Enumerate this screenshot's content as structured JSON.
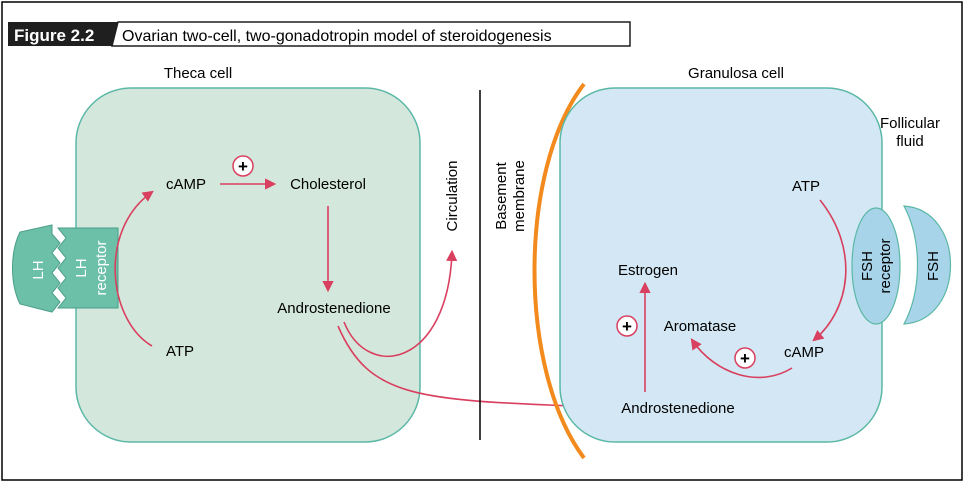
{
  "header": {
    "figure_label": "Figure 2.2",
    "caption": "Ovarian two-cell, two-gonadotropin model of steroidogenesis"
  },
  "theca": {
    "title": "Theca cell",
    "camp": "cAMP",
    "cholesterol": "Cholesterol",
    "androstenedione": "Androstenedione",
    "atp": "ATP",
    "plus": "+"
  },
  "lh": {
    "hormone": "LH",
    "receptor_line1": "LH",
    "receptor_line2": "receptor"
  },
  "circulation": "Circulation",
  "basement": {
    "line1": "Basement",
    "line2": "membrane"
  },
  "granulosa": {
    "title": "Granulosa cell",
    "atp": "ATP",
    "estrogen": "Estrogen",
    "aromatase": "Aromatase",
    "camp": "cAMP",
    "androstenedione": "Androstenedione",
    "plus_aromatase": "+",
    "plus_camp": "+"
  },
  "follicular": {
    "line1": "Follicular",
    "line2": "fluid"
  },
  "fsh": {
    "receptor_line1": "FSH",
    "receptor_line2": "receptor",
    "hormone": "FSH"
  },
  "colors": {
    "theca_fill": "#d3e7dc",
    "theca_stroke": "#5bb8a6",
    "granulosa_fill": "#d3e8f4",
    "granulosa_stroke": "#5bb8a6",
    "lh_fill": "#6cc0a8",
    "fsh_fill": "#a8d4ea",
    "arrow": "#d93f5e",
    "basement": "#f28a1e",
    "header_bg": "#1f1f1f"
  }
}
